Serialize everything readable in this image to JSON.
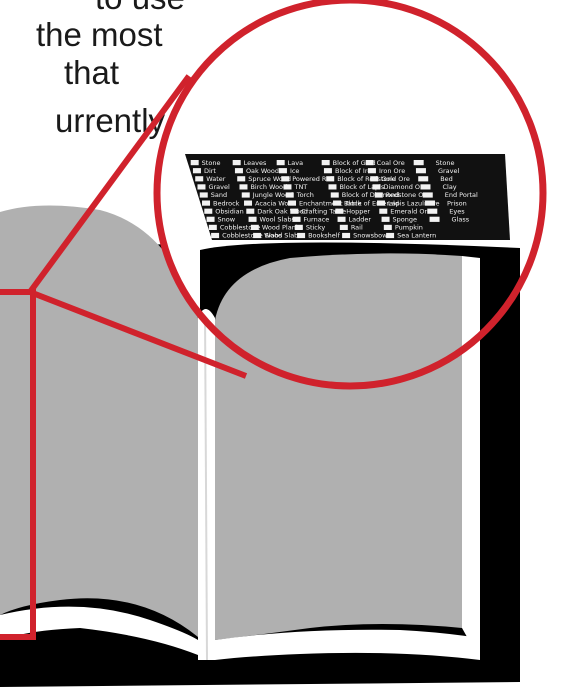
{
  "caption": {
    "lines": [
      "to use",
      "the most",
      "that",
      "urrently"
    ]
  },
  "colors": {
    "accent_red": "#d0222c",
    "book_black": "#000000",
    "page_gray": "#b0b0b0",
    "page_gray_light": "#c8c8c8",
    "strip_black": "#111111"
  },
  "icons": {
    "zoom": "magnifier-circle-icon",
    "book": "open-book-icon"
  },
  "strip_columns": [
    {
      "items": [
        "Stone",
        "Dirt",
        "Water",
        "Gravel",
        "Sand",
        "Bedrock",
        "Obsidian",
        "Snow",
        "Cobblestone",
        "Cobblestone Slabs"
      ]
    },
    {
      "items": [
        "Leaves",
        "Oak Wood",
        "Spruce Wood",
        "Birch Wood",
        "Jungle Wood",
        "Acacia Wood",
        "Dark Oak Wood",
        "Wool Slabs",
        "Wood Planks",
        "Wood Slabs"
      ]
    },
    {
      "items": [
        "Lava",
        "Ice",
        "Powered Rail",
        "TNT",
        "Torch",
        "Enchantment Table",
        "Crafting Table",
        "Furnace",
        "Sticky",
        "Bookshelf"
      ]
    },
    {
      "items": [
        "Block of Gold",
        "Block of Iron",
        "Block of Redstone",
        "Block of Lapis",
        "Block of Diamond",
        "Block of Emerald",
        "Hopper",
        "Ladder",
        "Rail",
        "Snowsbow"
      ]
    },
    {
      "items": [
        "Coal Ore",
        "Iron Ore",
        "Gold Ore",
        "Diamond Ore",
        "Redstone Ore",
        "Lapis Lazuli Ore",
        "Emerald Ore",
        "Sponge",
        "Pumpkin",
        "Sea Lantern"
      ]
    },
    {
      "items": [
        "Stone",
        "Gravel",
        "Bed",
        "Clay",
        "End Portal",
        "Prison",
        "Eyes",
        "Glass"
      ]
    }
  ]
}
